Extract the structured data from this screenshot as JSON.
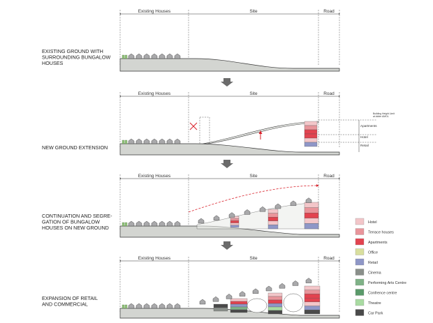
{
  "panels": [
    {
      "zones": {
        "left": "Existing Houses",
        "middle": "Site",
        "right": "Road"
      },
      "caption": [
        "EXISTING GROUND WITH",
        "SURROUNDING BUNGALOW",
        "HOUSES"
      ]
    },
    {
      "zones": {
        "left": "Existing Houses",
        "middle": "Site",
        "right": "Road"
      },
      "caption": [
        "NEW GROUND EXTENSION"
      ],
      "annotations": {
        "height_limit_line1": "Building Height Limit",
        "height_limit_line2": "at ###m AMOL",
        "apartments": "Apartments",
        "hotel": "Hotel",
        "retail": "Retail"
      }
    },
    {
      "zones": {
        "left": "Existing Houses",
        "middle": "Site",
        "right": "Road"
      },
      "caption": [
        "CONTINUATION AND SEGRE-",
        "GATION OF BUNGALOW",
        "HOUSES ON NEW GROUND"
      ]
    },
    {
      "zones": {
        "left": "Existing Houses",
        "middle": "Site",
        "right": "Road"
      },
      "caption": [
        "EXPANSION OF RETAIL",
        "AND COMMERCIAL"
      ]
    }
  ],
  "legend": [
    {
      "label": "Hotel",
      "color": "#f3c6c9"
    },
    {
      "label": "Terrace houses",
      "color": "#e9959b"
    },
    {
      "label": "Apartments",
      "color": "#e2434f"
    },
    {
      "label": "Office",
      "color": "#d9df9e"
    },
    {
      "label": "Retail",
      "color": "#8f97c7"
    },
    {
      "label": "Cinema",
      "color": "#8a8f8a"
    },
    {
      "label": "Performing Arts Centre",
      "color": "#7fb287"
    },
    {
      "label": "Confrence centre",
      "color": "#5a9a6a"
    },
    {
      "label": "Theatre",
      "color": "#a9dba2"
    },
    {
      "label": "Car Park",
      "color": "#4a4a4a"
    }
  ],
  "colors": {
    "ground": "#d3d5d1",
    "house": "#a9a9ab",
    "tree": "#93c47d",
    "arrow_down": "#6b6b6b",
    "red_arrow": "#d9202a"
  }
}
